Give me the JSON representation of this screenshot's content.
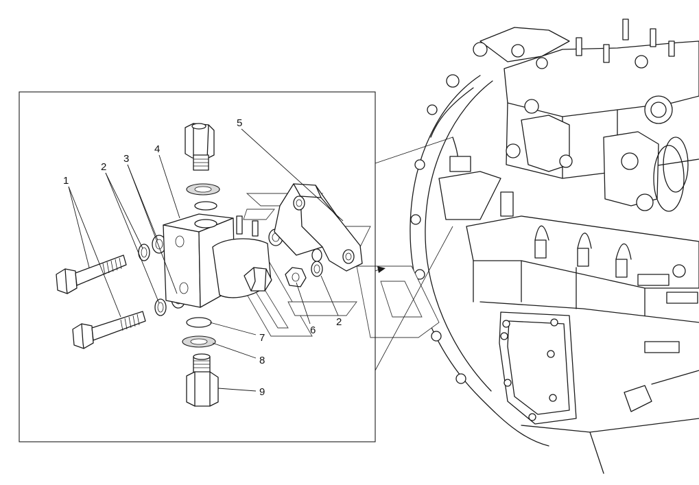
{
  "callouts": {
    "c1": "1",
    "c2a": "2",
    "c2b": "2",
    "c3": "3",
    "c4": "4",
    "c5": "5",
    "c6": "6",
    "c7": "7",
    "c8": "8",
    "c9": "9"
  },
  "icons": {
    "watermark": "logo-watermark-icon",
    "engine": "engine-block-icon"
  }
}
